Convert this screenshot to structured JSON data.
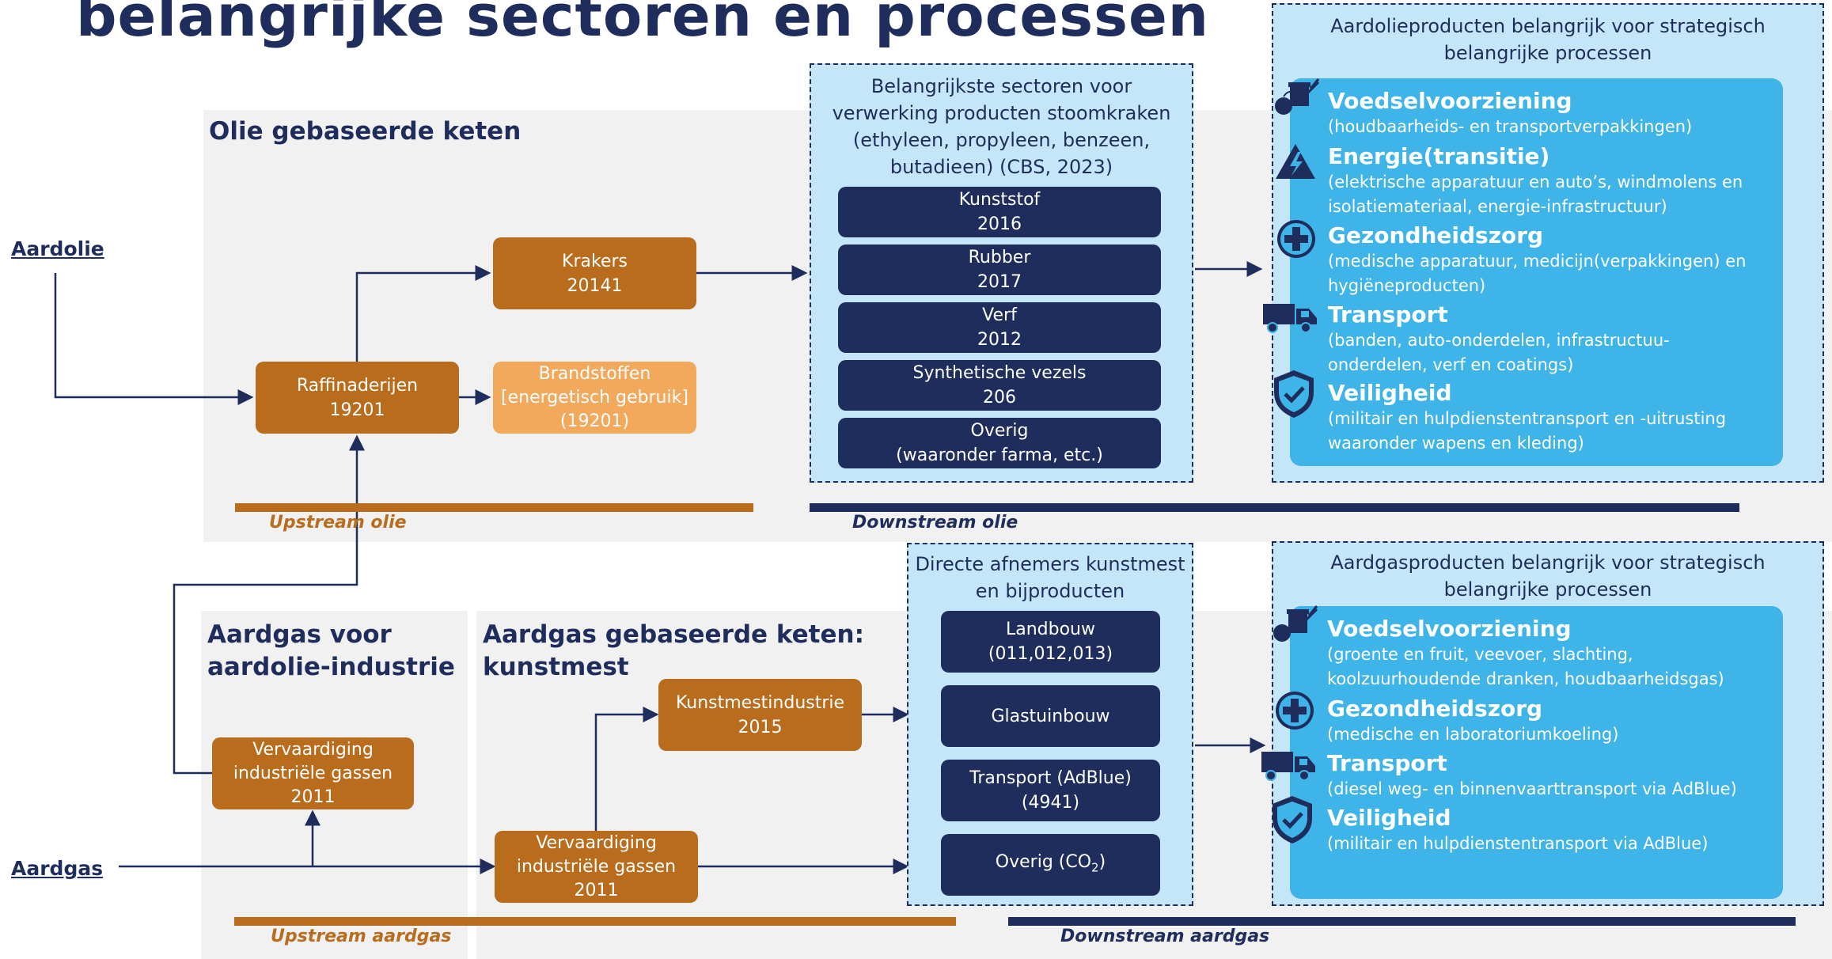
{
  "title": "belangrijke sectoren en processen",
  "colors": {
    "navy": "#1f2d5c",
    "orange": "#b96c1b",
    "light_orange": "#f3a95c",
    "light_blue": "#c5e6f8",
    "blue": "#3fb4e8",
    "panel_grey": "#f1f1f1"
  },
  "sources": {
    "aardolie": "Aardolie",
    "aardgas": "Aardgas"
  },
  "oil_chain": {
    "heading": "Olie gebaseerde keten",
    "raffinaderijen": {
      "name": "Raffinaderijen",
      "code": "19201"
    },
    "krakers": {
      "name": "Krakers",
      "code": "20141"
    },
    "brandstoffen": {
      "name": "Brandstoffen",
      "sub": "[energetisch gebruik]",
      "code": "(19201)"
    },
    "sectors_box": {
      "title_lines": [
        "Belangrijkste sectoren voor",
        "verwerking producten stoomkraken",
        "(ethyleen, propyleen, benzeen,",
        "butadieen) (CBS, 2023)"
      ],
      "items": [
        {
          "line1": "Kunststof",
          "line2": "2016"
        },
        {
          "line1": "Rubber",
          "line2": "2017"
        },
        {
          "line1": "Verf",
          "line2": "2012"
        },
        {
          "line1": "Synthetische vezels",
          "line2": "206"
        },
        {
          "line1": "Overig",
          "line2": "(waaronder farma, etc.)"
        }
      ]
    },
    "upstream_label": "Upstream olie",
    "downstream_label": "Downstream olie"
  },
  "oil_products": {
    "title_lines": [
      "Aardolieproducten belangrijk voor strategisch",
      "belangrijke processen"
    ],
    "categories": [
      {
        "icon": "food-icon",
        "name": "Voedselvoorziening",
        "desc": [
          "(houdbaarheids- en transportverpakkingen)"
        ]
      },
      {
        "icon": "lightning-icon",
        "name": "Energie(transitie)",
        "desc": [
          "(elektrische apparatuur en auto’s, windmolens en",
          "isolatiemateriaal, energie-infrastructuur)"
        ]
      },
      {
        "icon": "medical-cross-icon",
        "name": "Gezondheidszorg",
        "desc": [
          "(medische apparatuur, medicijn(verpakkingen) en",
          "hygiëneproducten)"
        ]
      },
      {
        "icon": "truck-icon",
        "name": "Transport",
        "desc": [
          "(banden, auto-onderdelen, infrastructuu-",
          "onderdelen, verf en coatings)"
        ]
      },
      {
        "icon": "shield-icon",
        "name": "Veiligheid",
        "desc": [
          "(militair en hulpdienstentransport en -uitrusting",
          "waaronder wapens en kleding)"
        ]
      }
    ]
  },
  "gas_oil_industry": {
    "heading_lines": [
      "Aardgas voor",
      "aardolie-industrie"
    ],
    "gassen": {
      "line1": "Vervaardiging",
      "line2": "industriële gassen",
      "code": "2011"
    }
  },
  "gas_chain": {
    "heading_lines": [
      "Aardgas gebaseerde keten:",
      "kunstmest"
    ],
    "kunstmest": {
      "name": "Kunstmestindustrie",
      "code": "2015"
    },
    "gassen": {
      "line1": "Vervaardiging",
      "line2": "industriële gassen",
      "code": "2011"
    },
    "buyers_box": {
      "title_lines": [
        "Directe afnemers kunstmest",
        "en bijproducten"
      ],
      "items": [
        {
          "line1": "Landbouw",
          "line2": "(011,012,013)"
        },
        {
          "line1": "Glastuinbouw",
          "line2": ""
        },
        {
          "line1": "Transport (AdBlue)",
          "line2": "(4941)"
        },
        {
          "line1": "Overig (CO",
          "sub": "2",
          "tail": ")"
        }
      ]
    },
    "upstream_label": "Upstream aardgas",
    "downstream_label": "Downstream aardgas"
  },
  "gas_products": {
    "title_lines": [
      "Aardgasproducten belangrijk voor strategisch",
      "belangrijke processen"
    ],
    "categories": [
      {
        "icon": "food-icon",
        "name": "Voedselvoorziening",
        "desc": [
          "(groente en fruit, veevoer, slachting,",
          "koolzuurhoudende dranken, houdbaarheidsgas)"
        ]
      },
      {
        "icon": "medical-cross-icon",
        "name": "Gezondheidszorg",
        "desc": [
          "(medische en laboratoriumkoeling)"
        ]
      },
      {
        "icon": "truck-icon",
        "name": "Transport",
        "desc": [
          "(diesel weg- en binnenvaarttransport via AdBlue)"
        ]
      },
      {
        "icon": "shield-icon",
        "name": "Veiligheid",
        "desc": [
          "(militair en hulpdienstentransport via AdBlue)"
        ]
      }
    ]
  }
}
